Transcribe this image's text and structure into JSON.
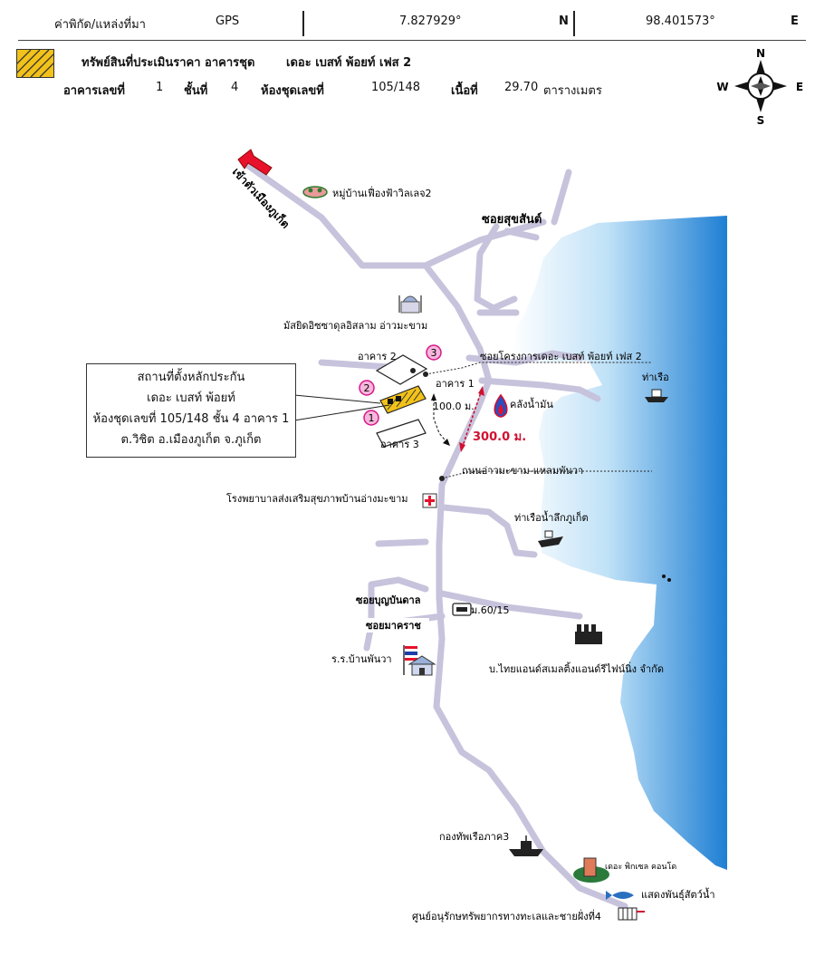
{
  "header": {
    "coord_label": "ค่าพิกัด/แหล่งที่มา",
    "source": "GPS",
    "latitude": "7.827929°",
    "lat_dir": "N",
    "longitude": "98.401573°",
    "lon_dir": "E"
  },
  "property": {
    "title": "ทรัพย์สินที่ประเมินราคา อาคารชุด",
    "project": "เดอะ เบสท์ พ้อยท์ เฟส 2",
    "building_label": "อาคารเลขที่",
    "building_no": "1",
    "floor_label": "ชั้นที่",
    "floor_no": "4",
    "unit_label": "ห้องชุดเลขที่",
    "unit_no": "105/148",
    "area_label": "เนื้อที่",
    "area_value": "29.70",
    "area_unit": "ตารางเมตร",
    "legend_color": "#f2c21a"
  },
  "compass": {
    "n": "N",
    "s": "S",
    "e": "E",
    "w": "W"
  },
  "callout": {
    "line1": "สถานที่ตั้งหลักประกัน",
    "line2": "เดอะ เบสท์ พ้อยท์",
    "line3": "ห้องชุดเลขที่ 105/148 ชั้น 4 อาคาร 1",
    "line4": "ต.วิชิต อ.เมืองภูเก็ต จ.ภูเก็ต"
  },
  "map": {
    "sea_color": "#1e7fd4",
    "road_color": "#c7c3dc",
    "to_city": "เข้าตัวเมืองภูเก็ต",
    "village": "หมู่บ้านเฟื่องฟ้าวิลเลจ2",
    "soi_suksan": "ซอยสุขสันต์",
    "mosque": "มัสยิดอิซซาดุลอิสลาม อ่าวมะขาม",
    "project_soi": "ซอยโครงการเดอะ เบสท์ พ้อยท์ เฟส 2",
    "bldg2": "อาคาร 2",
    "bldg1": "อาคาร 1",
    "bldg3": "อาคาร 3",
    "marker1": "1",
    "marker2": "2",
    "marker3": "3",
    "dist_100": "100.0 ม.",
    "dist_300": "300.0 ม.",
    "oil_depot": "คลังน้ำมัน",
    "pier": "ท่าเรือ",
    "main_road": "ถนนอ่าวมะขาม-แหลมพันวา",
    "hospital": "โรงพยาบาลส่งเสริมสุขภาพบ้านอ่างมะขาม",
    "deep_port": "ท่าเรือน้ำลึกภูเก็ต",
    "soi_boon": "ซอยบุญบันดาล",
    "moo_no": "ม.60/15",
    "soi_makarat": "ซอยมาคราช",
    "school": "ร.ร.บ้านพันวา",
    "factory": "บ.ไทยแอนด์สเมลติ้งแอนด์รีไฟน์นิ่ง จำกัด",
    "navy": "กองทัพเรือภาค3",
    "pixel_name": "เดอะ พิกเซล คอนโด",
    "aquarium": "แสดงพันธุ์สัตว์น้ำ",
    "marine_center": "ศูนย์อนุรักษทรัพยากรทางทะเลและชายฝั่งที่4"
  }
}
